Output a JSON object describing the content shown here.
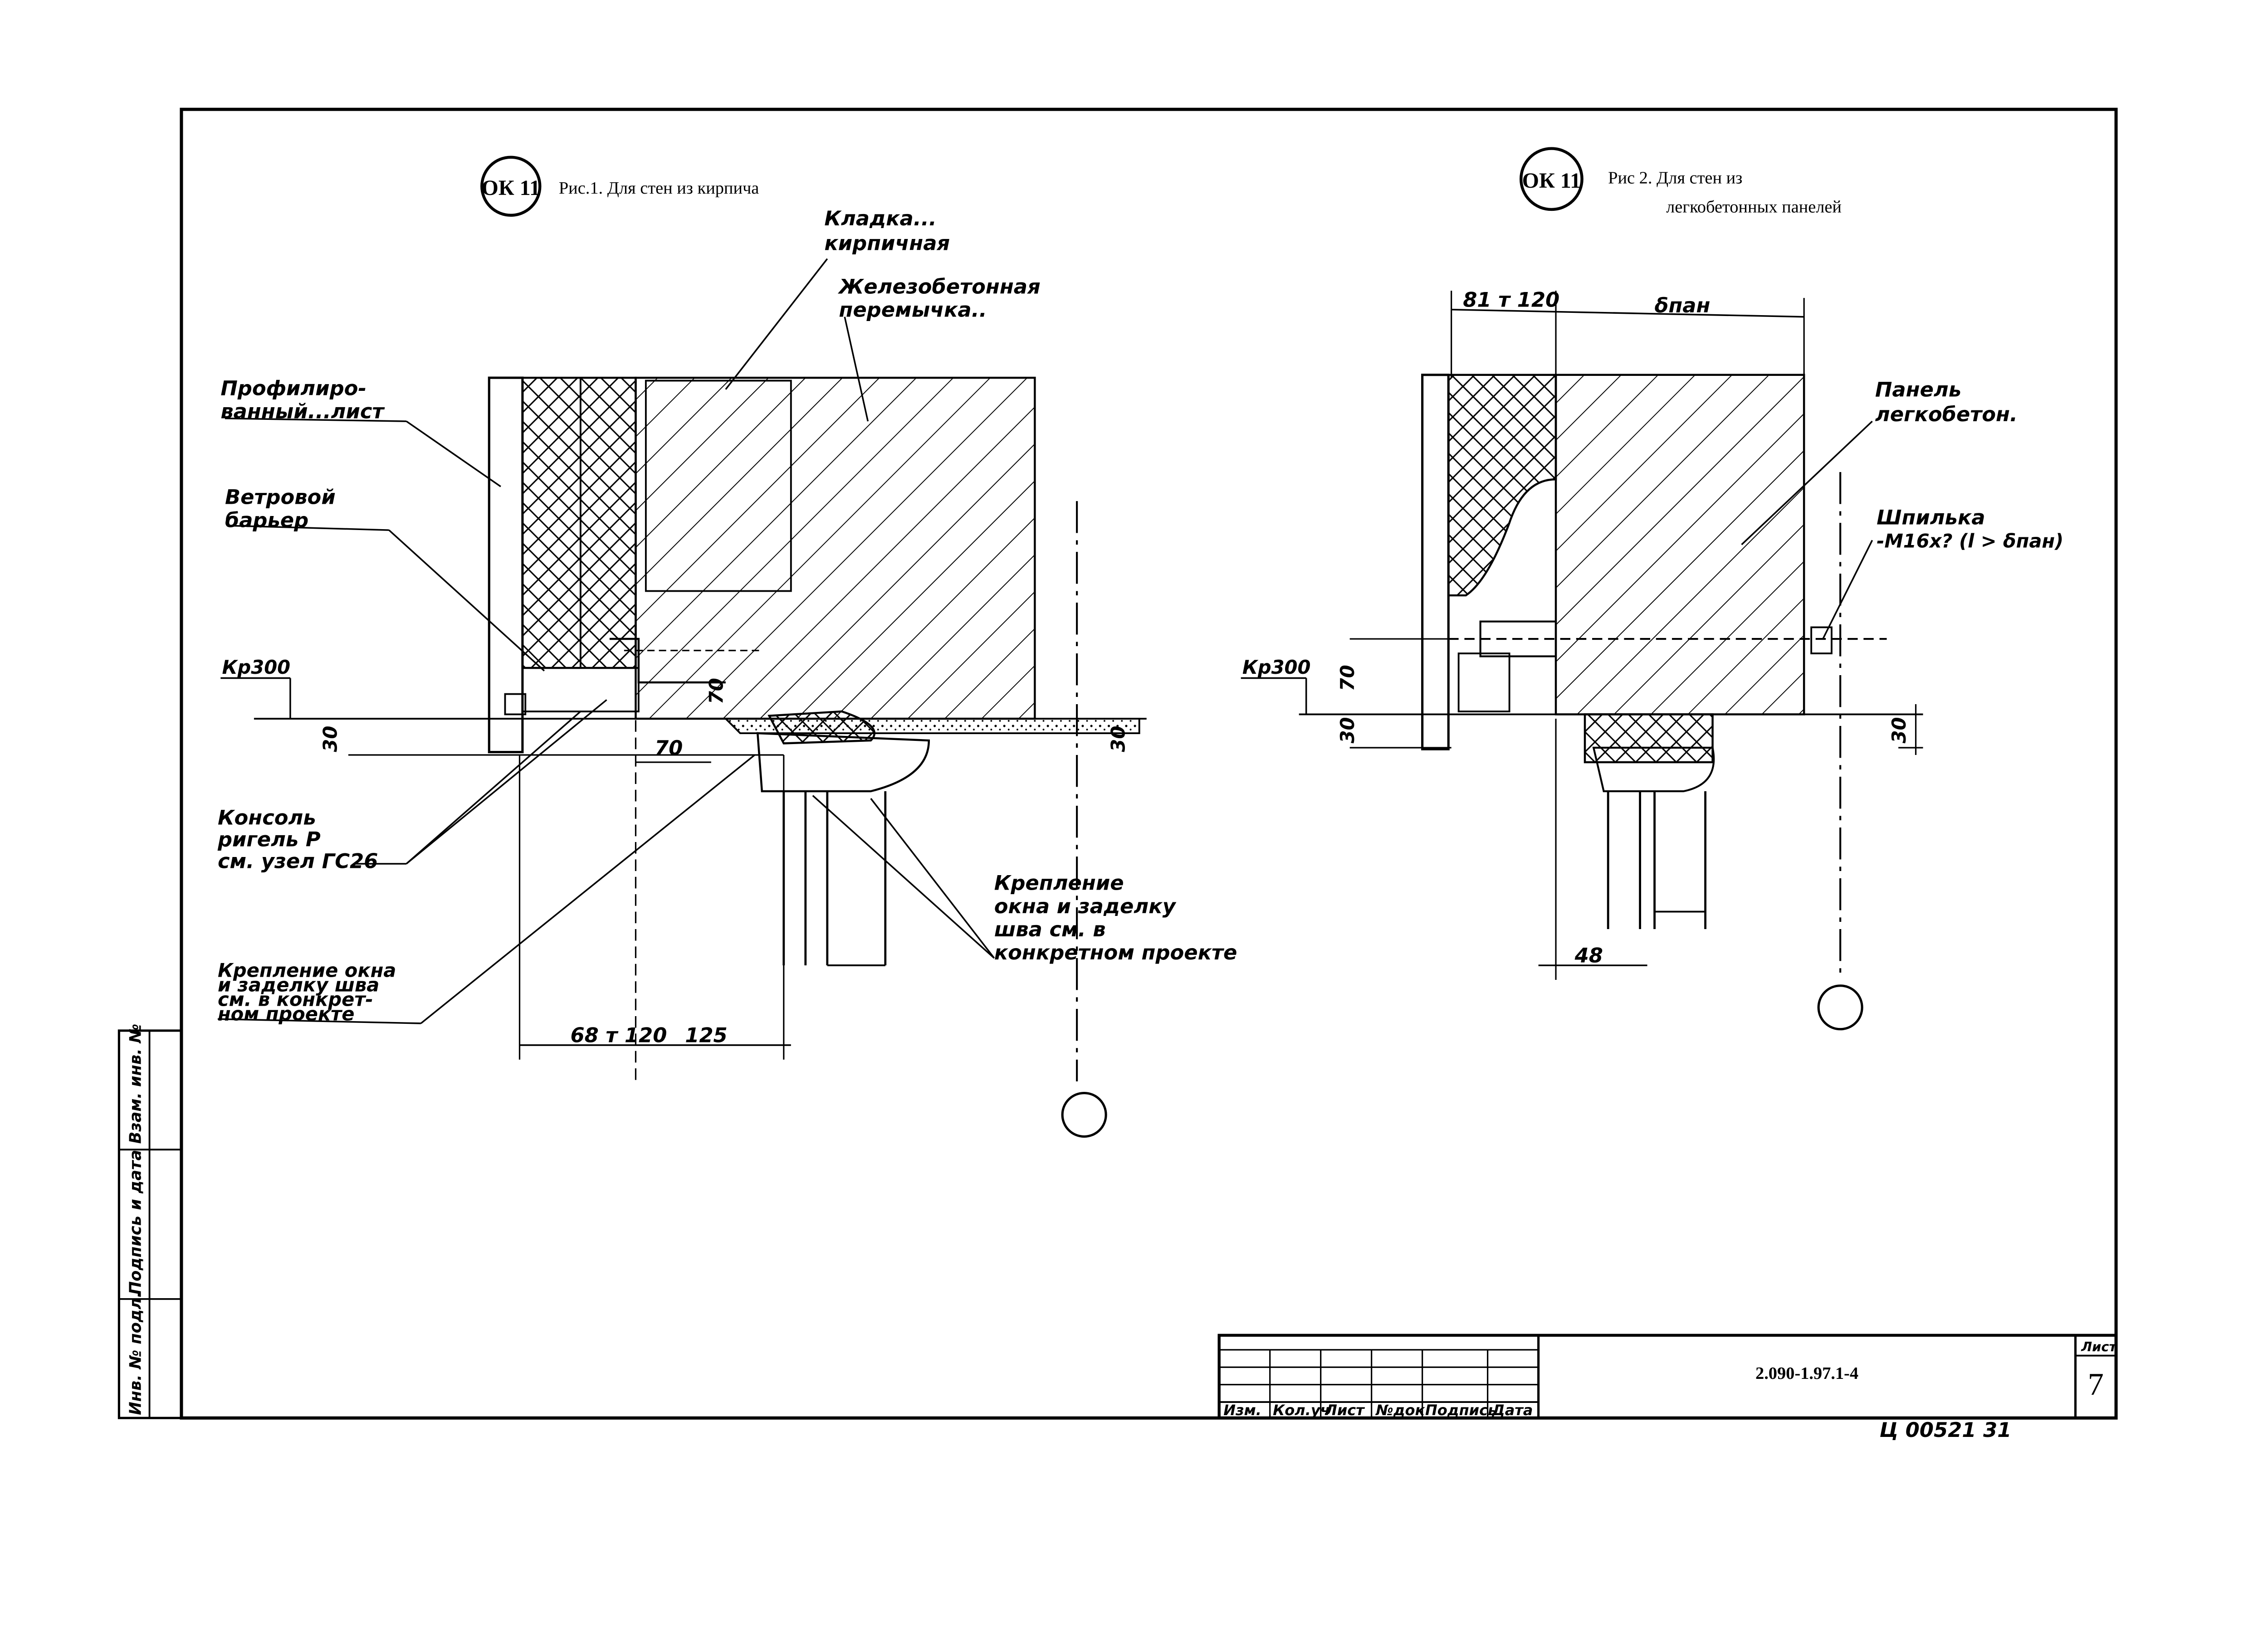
{
  "figures": {
    "fig1": {
      "marker": "ОК 11",
      "caption": "Рис.1. Для стен из кирпича",
      "labels": {
        "brick_line1": "Кладка...",
        "brick_line2": "кирпичная",
        "lintel_line1": "Железобетонная",
        "lintel_line2": "перемычка..",
        "profiled_line1": "Профилиро-",
        "profiled_line2": "ванный...лист",
        "wind_line1": "Ветровой",
        "wind_line2": "барьер",
        "elevation": "Кр300",
        "console_line1": "Консоль",
        "console_line2": "ригель Р",
        "console_line3": "см. узел ГС26",
        "fix_right_line1": "Крепление",
        "fix_right_line2": "окна и заделку",
        "fix_right_line3": "шва см. в",
        "fix_right_line4": "конкретном проекте",
        "fix_left_line1": "Крепление окна",
        "fix_left_line2": "и заделку шва",
        "fix_left_line3": "см. в конкрет-",
        "fix_left_line4": "ном проекте"
      },
      "dims": {
        "d30": "30",
        "d70_vertical": "70",
        "d70_horizontal": "70",
        "d30_right": "30",
        "d68_120": "68 т 120",
        "d125": "125"
      }
    },
    "fig2": {
      "marker": "ОК 11",
      "caption_line1": "Рис 2. Для стен из",
      "caption_line2": "легкобетонных панелей",
      "labels": {
        "panel_line1": "Панель",
        "panel_line2": "легкобетон.",
        "stud_line1": "Шпилька",
        "stud_line2": "-М16х? (l > δпан)",
        "elevation": "Кр300"
      },
      "dims": {
        "d81_120": "81 т 120",
        "d_pan": "δпан",
        "d70": "70",
        "d30": "30",
        "d30_right": "30",
        "d48": "48"
      }
    }
  },
  "stamp": {
    "columns": [
      "Изм.",
      "Кол.уч",
      "Лист",
      "№док",
      "Подпись",
      "Дата"
    ],
    "designation": "2.090-1.97.1-4",
    "sheet_label": "Лист",
    "sheet_number": "7",
    "below_stamp": "Ц 00521   31"
  },
  "left_strip": {
    "inv_orig": "Инв. № подл.",
    "sign_date": "Подпись и дата",
    "replace_inv": "Взам. инв. №"
  }
}
